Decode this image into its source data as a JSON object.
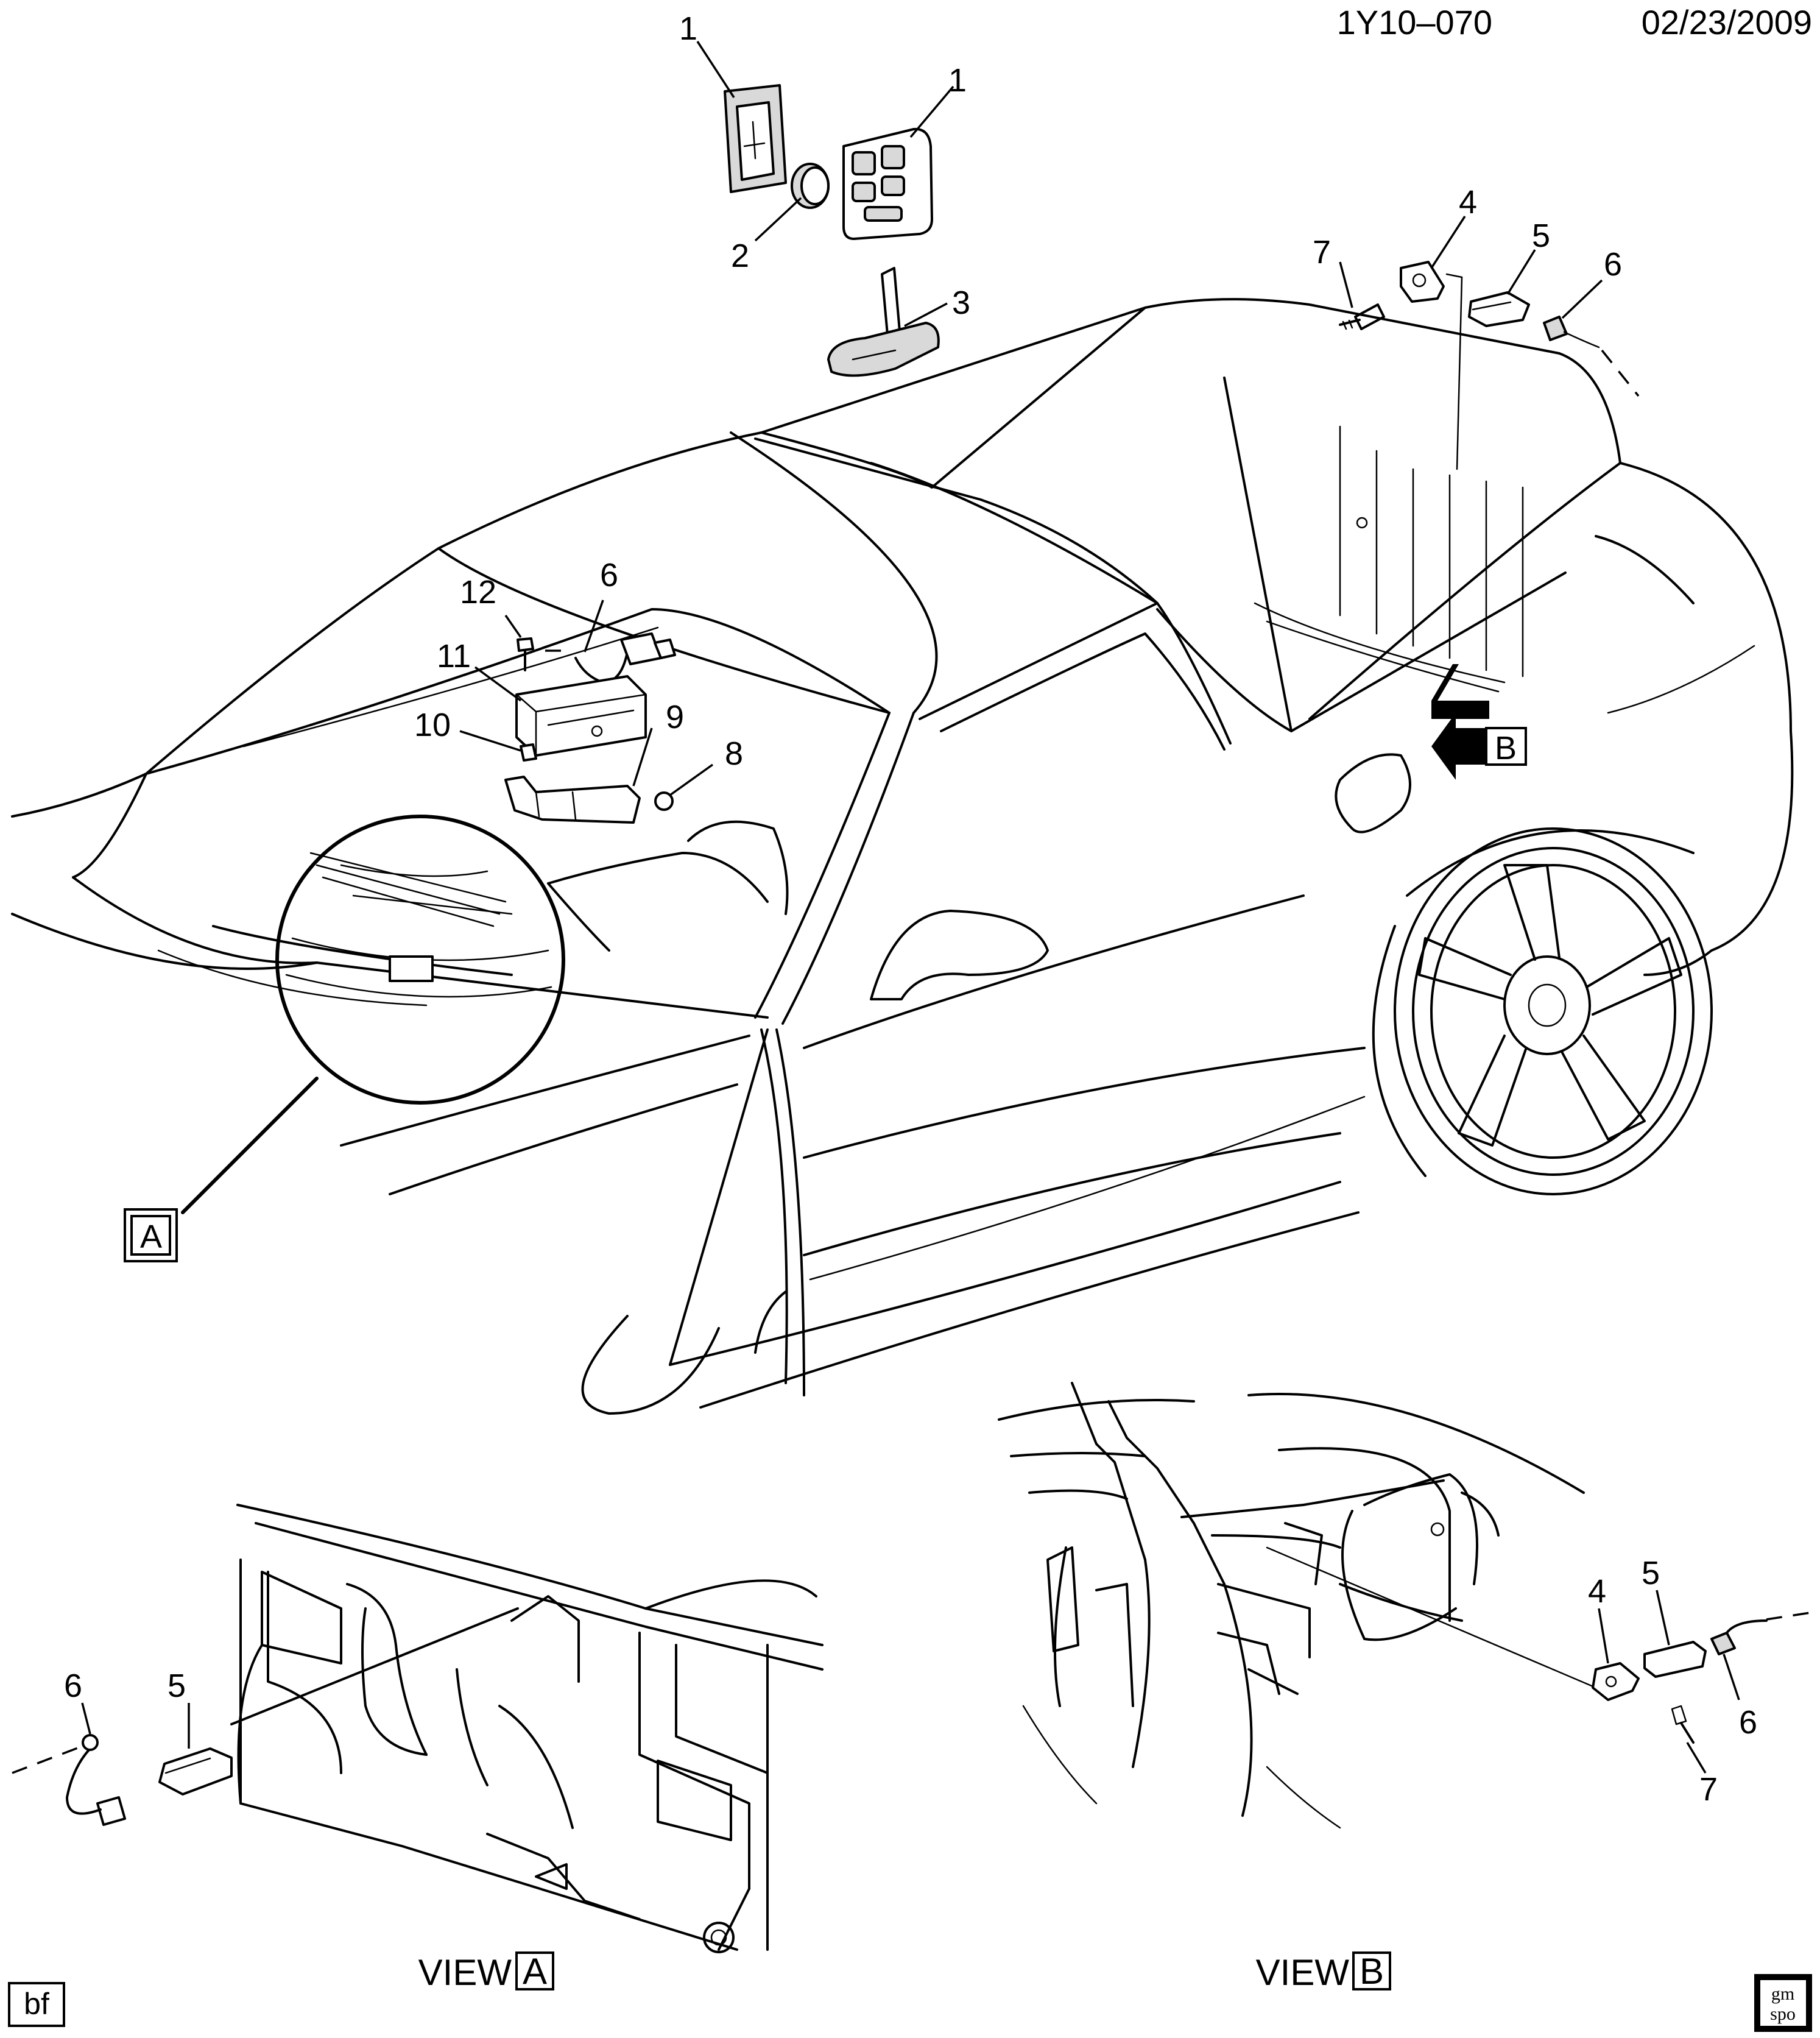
{
  "header": {
    "diagram_code": "1Y10–070",
    "date": "02/23/2009"
  },
  "callouts": {
    "c1a": "1",
    "c1b": "1",
    "c2": "2",
    "c3": "3",
    "c4": "4",
    "c5": "5",
    "c6": "6",
    "c7": "7",
    "c6m": "6",
    "c12": "12",
    "c11": "11",
    "c10": "10",
    "c9": "9",
    "c8": "8",
    "va6": "6",
    "va5": "5",
    "vb4": "4",
    "vb5": "5",
    "vb6": "6",
    "vb7": "7"
  },
  "view_refs": {
    "a_box": "A",
    "b_box": "B"
  },
  "views": {
    "view_word_a": "VIEW",
    "view_letter_a": "A",
    "view_word_b": "VIEW",
    "view_letter_b": "B"
  },
  "footer": {
    "bf": "bf",
    "logo_top": "gm",
    "logo_bottom": "spo"
  }
}
